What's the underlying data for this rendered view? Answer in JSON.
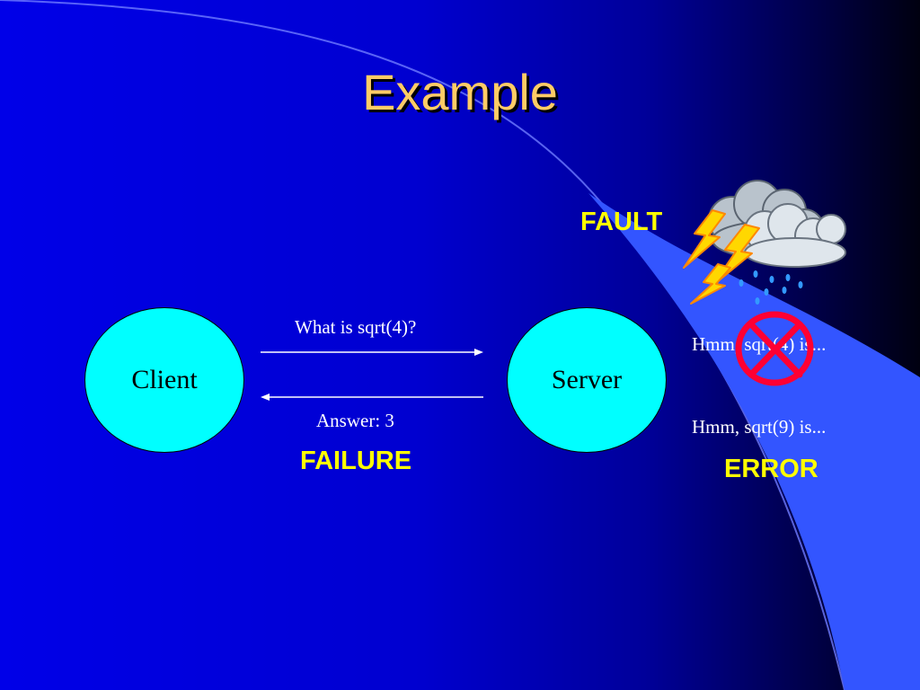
{
  "slide": {
    "title": "Example",
    "colors": {
      "title": "#ffcc66",
      "node_fill": "#00ffff",
      "label": "#ffff00",
      "light_beam": "#3355ff",
      "prohibit": "#ff0033"
    }
  },
  "diagram": {
    "nodes": [
      {
        "id": "client",
        "label": "Client"
      },
      {
        "id": "server",
        "label": "Server"
      }
    ],
    "edges": [
      {
        "from": "client",
        "to": "server",
        "label": "What is sqrt(4)?"
      },
      {
        "from": "server",
        "to": "client",
        "label": "Answer: 3"
      }
    ],
    "labels": {
      "fault": "FAULT",
      "failure": "FAILURE",
      "error": "ERROR"
    },
    "server_thoughts": [
      "Hmm, sqrt(4) is...",
      "Hmm, sqrt(9) is..."
    ],
    "icons": [
      "storm-cloud-icon",
      "lightning-bolt-icon",
      "prohibit-icon"
    ]
  }
}
